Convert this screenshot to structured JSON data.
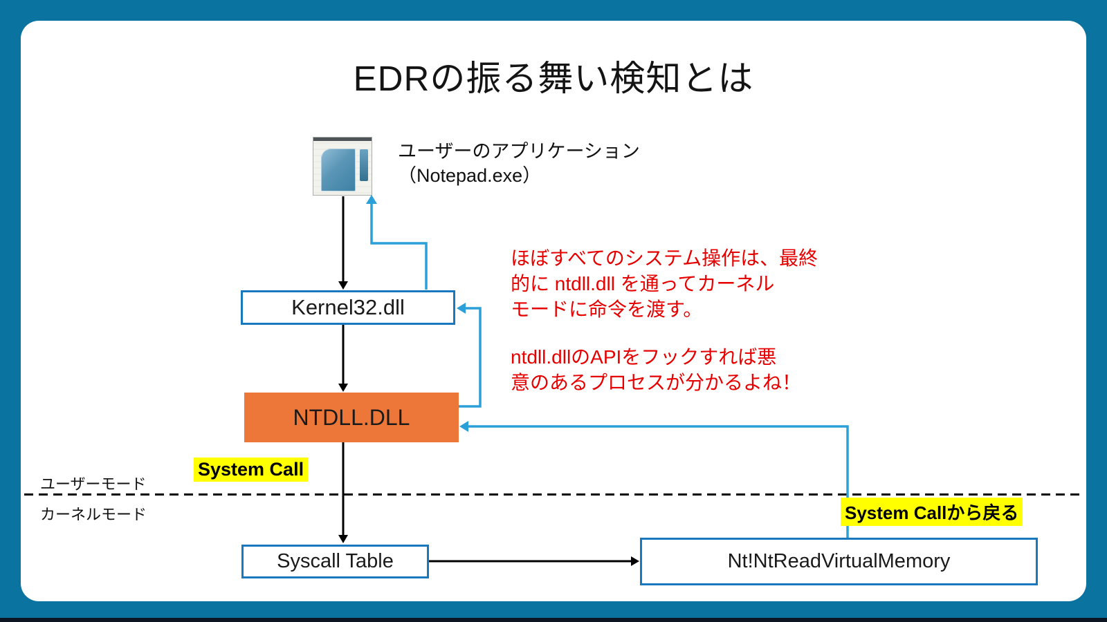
{
  "frame": {
    "background_color": "#0B739F",
    "slide_color": "#FFFFFF",
    "letterbox_color": "#0D1522"
  },
  "title": "EDRの振る舞い検知とは",
  "app": {
    "icon": "notepad-window-icon",
    "label_line1": "ユーザーのアプリケーション",
    "label_line2": "（Notepad.exe）"
  },
  "boxes": {
    "kernel32": {
      "label": "Kernel32.dll",
      "border_color": "#1878BE",
      "bg": "#FFFFFF"
    },
    "ntdll": {
      "label": "NTDLL.DLL",
      "bg": "#ED7739"
    },
    "syscall_table": {
      "label": "Syscall Table",
      "border_color": "#1878BE",
      "bg": "#FFFFFF"
    },
    "nt_read": {
      "label": "Nt!NtReadVirtualMemory",
      "border_color": "#1878BE",
      "bg": "#FFFFFF"
    }
  },
  "modes": {
    "user_mode": "ユーザーモード",
    "kernel_mode": "カーネルモード"
  },
  "highlights": {
    "system_call": "System Call",
    "system_call_return": "System Callから戻る",
    "highlight_color": "#FFFF00"
  },
  "notes": {
    "color": "#E60000",
    "note1_lines": {
      "0": "ほぼすべてのシステム操作は、最終",
      "1": "的に ntdll.dll を通ってカーネル",
      "2": "モードに命令を渡す。"
    },
    "note2_lines": {
      "0": "ntdll.dllのAPIをフックすれば悪",
      "1": "意のあるプロセスが分かるよね！"
    }
  },
  "arrows": {
    "black_color": "#000000",
    "blue_color": "#2B9FD8"
  }
}
